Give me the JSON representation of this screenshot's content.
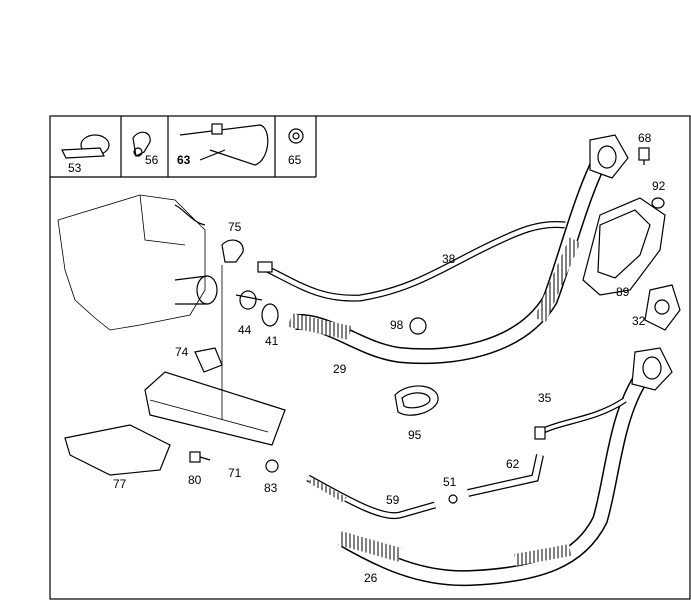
{
  "legend_parts": [
    "53",
    "56",
    "63",
    "65"
  ],
  "callouts": [
    "68",
    "92",
    "75",
    "38",
    "89",
    "32",
    "44",
    "41",
    "98",
    "74",
    "29",
    "35",
    "95",
    "62",
    "51",
    "59",
    "71",
    "77",
    "80",
    "83",
    "26"
  ]
}
